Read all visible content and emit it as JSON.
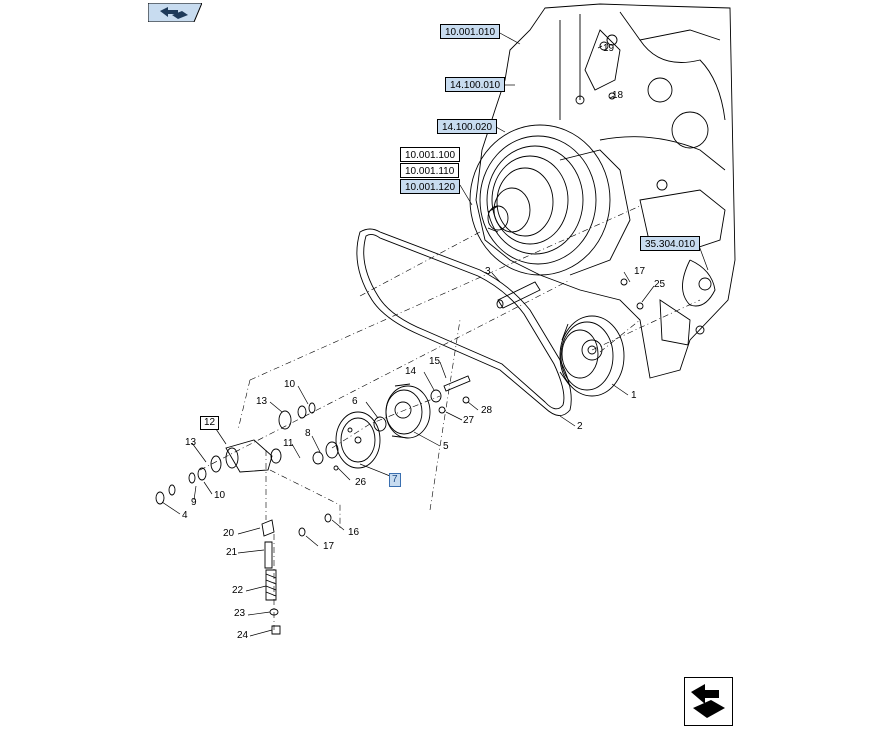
{
  "reference_boxes": [
    {
      "id": "ref-10-001-010",
      "label": "10.001.010",
      "highlight": true
    },
    {
      "id": "ref-14-100-010",
      "label": "14.100.010",
      "highlight": true
    },
    {
      "id": "ref-14-100-020",
      "label": "14.100.020",
      "highlight": true
    },
    {
      "id": "ref-10-001-100",
      "label": "10.001.100",
      "highlight": false
    },
    {
      "id": "ref-10-001-110",
      "label": "10.001.110",
      "highlight": false
    },
    {
      "id": "ref-10-001-120",
      "label": "10.001.120",
      "highlight": true
    },
    {
      "id": "ref-35-304-010",
      "label": "35.304.010",
      "highlight": true
    }
  ],
  "callouts": {
    "c1": "1",
    "c2": "2",
    "c3": "3",
    "c4": "4",
    "c5": "5",
    "c6": "6",
    "c7": "7",
    "c8": "8",
    "c9": "9",
    "c10a": "10",
    "c10b": "10",
    "c11": "11",
    "c12": "12",
    "c13a": "13",
    "c13b": "13",
    "c14": "14",
    "c15": "15",
    "c16": "16",
    "c17a": "17",
    "c17b": "17",
    "c18": "18",
    "c19": "19",
    "c20": "20",
    "c21": "21",
    "c22": "22",
    "c23": "23",
    "c24": "24",
    "c25": "25",
    "c26": "26",
    "c27": "27",
    "c28": "28"
  },
  "icons": {
    "top_nav": "previous-page-icon",
    "bottom_nav": "next-page-icon"
  },
  "colors": {
    "highlight_fill": "#c8dcf0",
    "line": "#000000",
    "selected_callout": "#1b4a86"
  }
}
